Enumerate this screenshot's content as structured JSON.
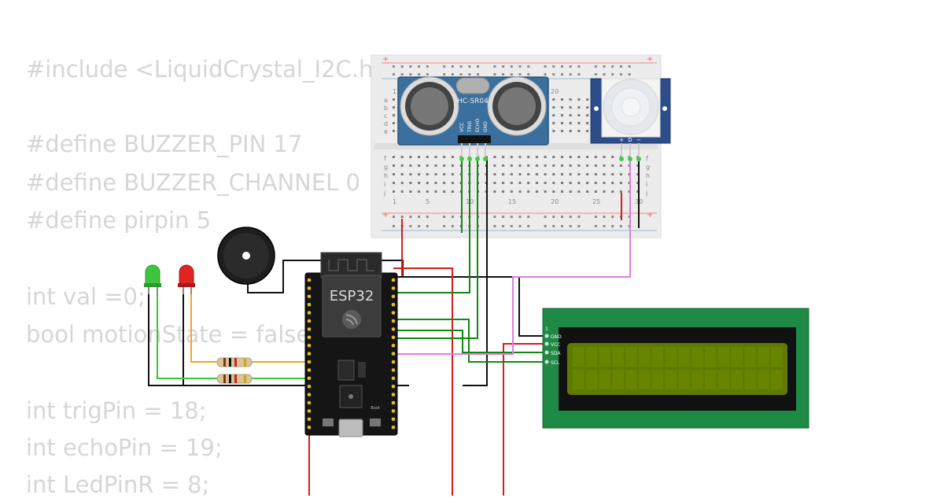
{
  "code_lines": [
    "#include <LiquidCrystal_I2C.h",
    "#define BUZZER_PIN 17",
    "#define BUZZER_CHANNEL 0",
    "#define pirpin 5",
    "int val =0;",
    "bool motionState = false;",
    "int trigPin = 18;",
    "int echoPin = 19;",
    "int LedPinR = 8;"
  ],
  "ultrasonic": {
    "model": "HC-SR04",
    "pins": [
      "VCC",
      "TRIG",
      "ECHO",
      "GND"
    ]
  },
  "pir": {
    "pins": [
      "+",
      "D",
      "−"
    ]
  },
  "esp32": {
    "label": "ESP32",
    "boot_label": "Boot"
  },
  "lcd": {
    "pin1_marker": "1",
    "pins": [
      "GND",
      "VCC",
      "SDA",
      "SCL"
    ]
  },
  "breadboard": {
    "top_numbers": [
      "1",
      "20"
    ],
    "bottom_numbers": [
      "1",
      "5",
      "10",
      "15",
      "20",
      "25",
      "30"
    ],
    "rows_top": [
      "a",
      "b",
      "c",
      "d",
      "e"
    ],
    "rows_bottom": [
      "f",
      "g",
      "h",
      "i",
      "j"
    ],
    "rail_plus": "+",
    "rail_minus": "−"
  },
  "led_colors": {
    "green": "#3ec43e",
    "red": "#e02424"
  },
  "wire_colors": {
    "black": "#111111",
    "red": "#d91c1c",
    "green": "#0f8a0f",
    "pink": "#e07de0",
    "orange": "#f0a820",
    "led_green": "#33cc33"
  }
}
